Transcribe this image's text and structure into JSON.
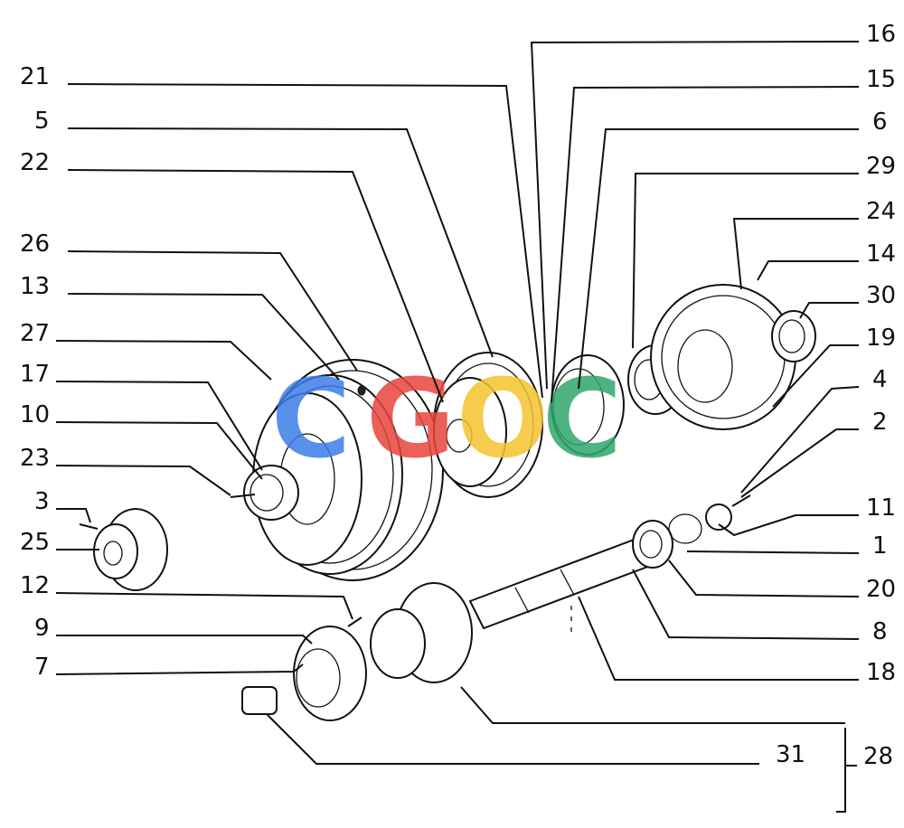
{
  "callouts_left": [
    "21",
    "5",
    "22",
    "26",
    "13",
    "27",
    "17",
    "10",
    "23",
    "3",
    "25",
    "12",
    "9",
    "7"
  ],
  "callouts_right": [
    "16",
    "15",
    "6",
    "29",
    "24",
    "14",
    "30",
    "19",
    "4",
    "2",
    "11",
    "1",
    "20",
    "8",
    "18"
  ],
  "callouts_bottom": [
    "31",
    "28"
  ],
  "watermark": {
    "letters": [
      "C",
      "G",
      "O",
      "C"
    ],
    "colors": [
      "#3b7de8",
      "#e8453c",
      "#f4c430",
      "#2fa86a"
    ]
  }
}
